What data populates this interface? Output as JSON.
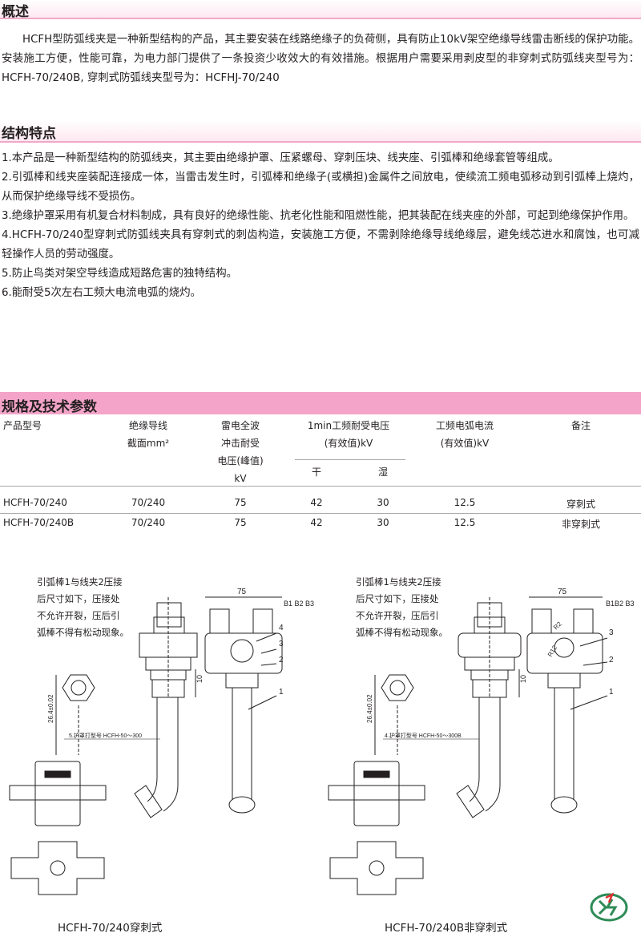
{
  "overview": {
    "heading": "概述",
    "text": "HCFH型防弧线夹是一种新型结构的产品，其主要安装在线路绝缘子的负荷侧，具有防止10kV架空绝缘导线雷击断线的保护功能。安装施工方便，性能可靠，为电力部门提供了一条投资少收效大的有效措施。根据用户需要采用剥皮型的非穿刺式防弧线夹型号为：HCFH-70/240B, 穿刺式防弧线夹型号为：HCFHJ-70/240"
  },
  "features": {
    "heading": "结构特点",
    "items": [
      "1.本产品是一种新型结构的防弧线夹，其主要由绝缘护罩、压紧螺母、穿刺压块、线夹座、引弧棒和绝缘套管等组成。",
      "2.引弧棒和线夹座装配连接成一体，当雷击发生时，引弧棒和绝缘子(或横担)金属件之间放电，使续流工频电弧移动到引弧棒上烧灼，从而保护绝缘导线不受损伤。",
      "3.绝缘护罩采用有机复合材料制成，具有良好的绝缘性能、抗老化性能和阻燃性能，把其装配在线夹座的外部，可起到绝缘保护作用。",
      "4.HCFH-70/240型穿刺式防弧线夹具有穿刺式的刺齿构造，安装施工方便，不需剥除绝缘导线绝缘层，避免线芯进水和腐蚀，也可减轻操作人员的劳动强度。",
      "5.防止鸟类对架空导线造成短路危害的独特结构。",
      "6.能耐受5次左右工频大电流电弧的烧灼。"
    ]
  },
  "specs": {
    "heading": "规格及技术参数",
    "headers": {
      "model": "产品型号",
      "section_l1": "绝缘导线",
      "section_l2": "截面mm²",
      "impulse_l1": "雷电全波",
      "impulse_l2": "冲击耐受",
      "impulse_l3": "电压(峰值)",
      "impulse_l4": "kV",
      "withstand_l1": "1min工频耐受电压",
      "withstand_l2": "(有效值)kV",
      "dry": "干",
      "wet": "湿",
      "arc_l1": "工频电弧电流",
      "arc_l2": "(有效值)kV",
      "remark": "备注"
    },
    "rows": [
      {
        "model": "HCFH-70/240",
        "section": "70/240",
        "impulse": "75",
        "dry": "42",
        "wet": "30",
        "arc": "12.5",
        "remark": "穿刺式"
      },
      {
        "model": "HCFH-70/240B",
        "section": "70/240",
        "impulse": "75",
        "dry": "42",
        "wet": "30",
        "arc": "12.5",
        "remark": "非穿刺式"
      }
    ]
  },
  "diagrams": {
    "left": {
      "note": [
        "引弧棒1与线夹2压接",
        "后尺寸如下，压接处",
        "不允许开裂，压后引",
        "弧棒不得有松动现象。"
      ],
      "dim_width": "75",
      "dim_b": "B1 B2 B3",
      "dim_height": "26.4±0.02",
      "dim_10": "10",
      "labels": [
        "4",
        "3",
        "2",
        "1"
      ],
      "cover_label": "5.护罩打型号 HCFH-50～300",
      "caption": "HCFH-70/240穿刺式"
    },
    "right": {
      "note": [
        "引弧棒1与线夹2压接",
        "后尺寸如下，压接处",
        "不允许开裂，压后引",
        "弧棒不得有松动现象。"
      ],
      "dim_width": "75",
      "dim_b": "B1B2 B3",
      "dim_height": "26.4±0.02",
      "dim_10": "10",
      "labels": [
        "3",
        "2",
        "1"
      ],
      "r1": "R2",
      "r2": "R12",
      "cover_label": "4.护罩打型号 HCFH-50～300B",
      "caption": "HCFH-70/240B非穿刺式"
    }
  },
  "colors": {
    "accent_pink": "#f4a4c8",
    "logo_green": "#2e8b57"
  }
}
